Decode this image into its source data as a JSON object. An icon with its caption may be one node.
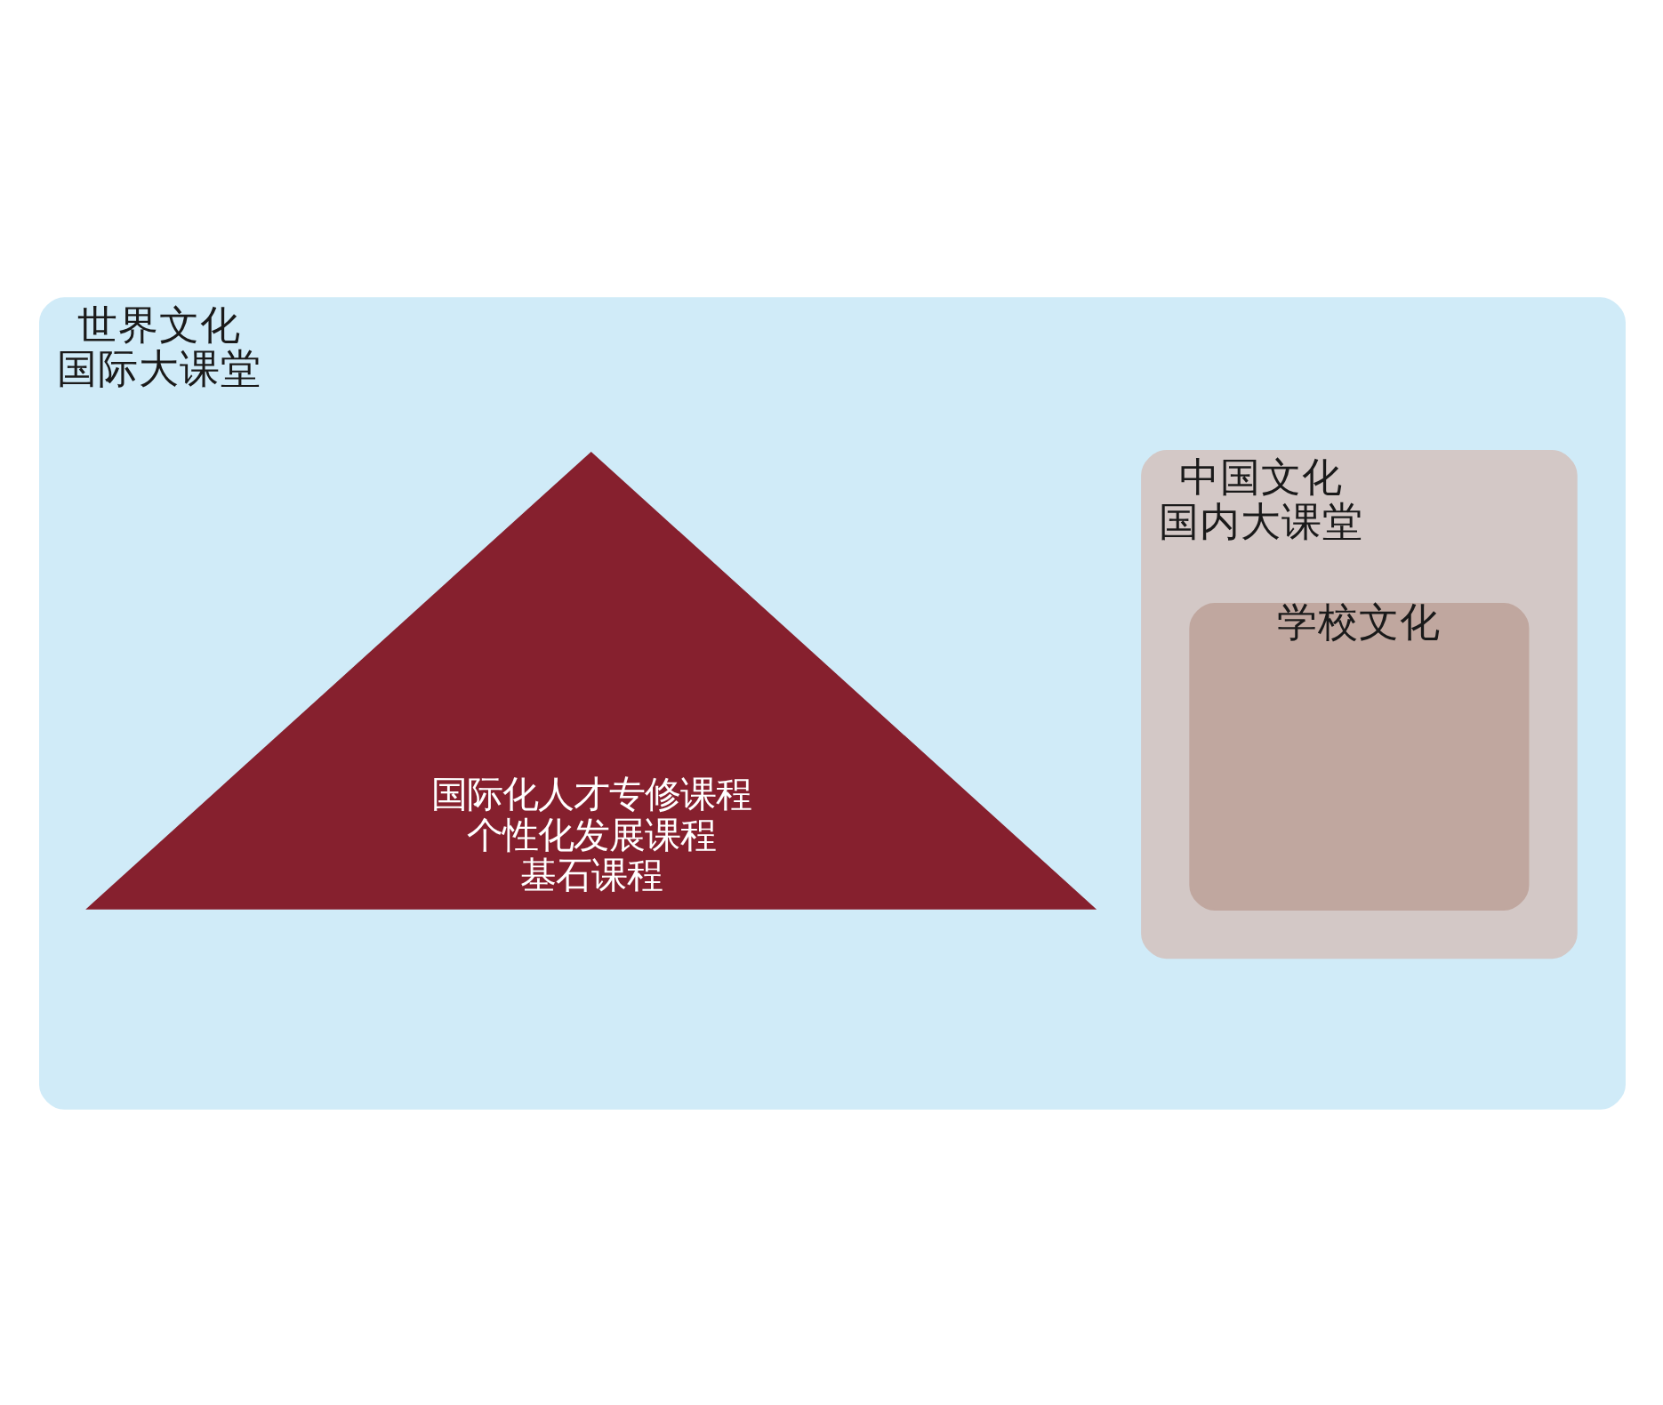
{
  "diagram": {
    "nodes": [
      {
        "text": [
          "世界文化",
          "国际大课堂"
        ]
      },
      {
        "text": [
          "中国文化",
          "国内大课堂"
        ],
        "in": 0
      },
      {
        "text": [
          "学校文化"
        ],
        "in": 1
      },
      {
        "text": [
          "国际化人才专修课程",
          "个性化发展课程",
          "基石课程"
        ],
        "in": 0
      }
    ]
  }
}
